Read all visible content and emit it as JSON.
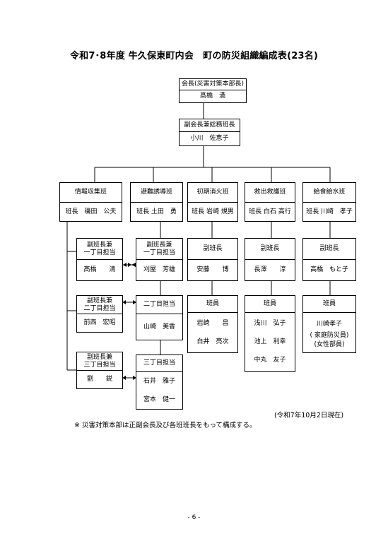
{
  "title": "令和7･8年度 牛久保東町内会　町の防災組織編成表(23名)",
  "president": {
    "role": "会長(災害対策本部長)",
    "name": "髙橋　満"
  },
  "vice": {
    "role": "副会長兼総務班長",
    "name": "小川　佐恵子"
  },
  "teams": [
    {
      "name": "情報収集班",
      "leader": "班長　磯田　公夫"
    },
    {
      "name": "避難誘導班",
      "leader": "班長 土田　勇"
    },
    {
      "name": "初期消火班",
      "leader": "班長 岩崎 規男"
    },
    {
      "name": "救出救護班",
      "leader": "班長 白石 高行"
    },
    {
      "name": "給食給水班",
      "leader": "班長 川崎　孝子"
    }
  ],
  "info_subs": [
    {
      "role": "副班長兼\n一丁目担当",
      "name": "髙橋　　清"
    },
    {
      "role": "副班長兼\n二丁目担当",
      "name": "前西　宏昭"
    },
    {
      "role": "副班長兼\n三丁目担当",
      "name": "劉　　鋭"
    }
  ],
  "evac_subs": [
    {
      "role": "副班長兼\n一丁目担当",
      "name": "刈屋　芳雄"
    },
    {
      "role": "二丁目担当",
      "name": "山崎　美香"
    },
    {
      "role": "三丁目担当",
      "names": [
        "石井　雅子",
        "宮本　健一"
      ]
    }
  ],
  "fire": {
    "vice_role": "副班長",
    "vice_name": "安藤　　博",
    "member_role": "班員",
    "members": [
      "岩崎　　昌",
      "白井　亮次"
    ]
  },
  "rescue": {
    "vice_role": "副班長",
    "vice_name": "長澤　　淳",
    "member_role": "班員",
    "members": [
      "浅川　弘子",
      "池上　利幸",
      "中丸　友子"
    ]
  },
  "food": {
    "vice_role": "副班長",
    "vice_name": "高橋　もと子",
    "member_role": "班員",
    "members": [
      "川崎孝子",
      "( 家庭防災員)",
      "(女性部員)"
    ]
  },
  "date_note": "(令和7年10月2日現在)",
  "footnote": "※ 災害対策本部は正副会長及び各班班長をもって構成する。",
  "page_number": "- 6 -"
}
